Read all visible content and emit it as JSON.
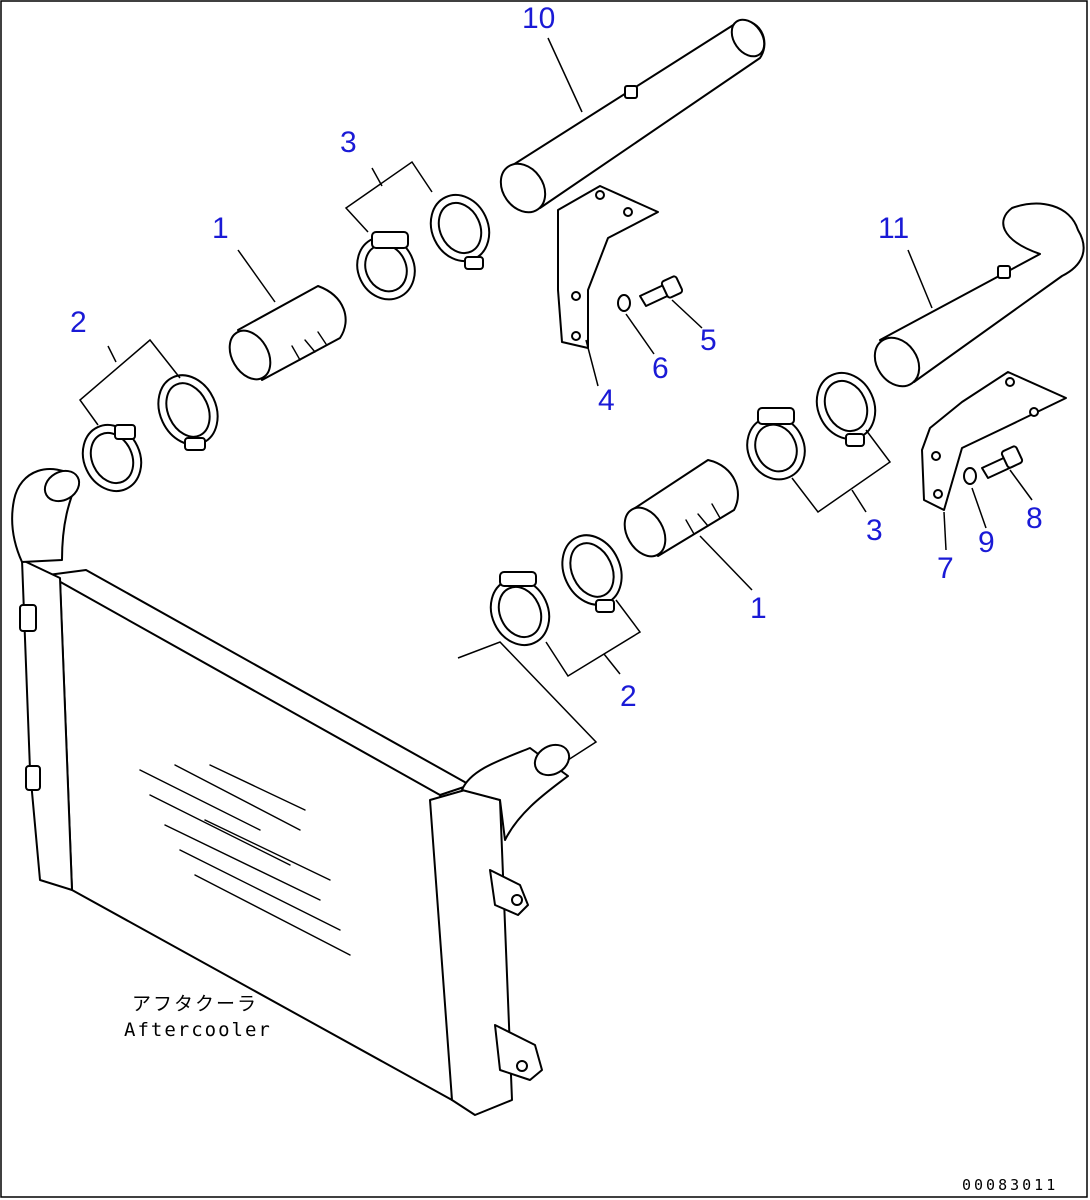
{
  "diagram": {
    "part_labels": [
      "1",
      "2",
      "3",
      "10",
      "11",
      "4",
      "5",
      "6",
      "7",
      "8",
      "9",
      "1",
      "2",
      "3"
    ],
    "component_label_jp": "アフタクーラ",
    "component_label_en": "Aftercooler",
    "drawing_number": "00083011",
    "label_color": "#1a1ad6",
    "line_color": "#000000"
  }
}
